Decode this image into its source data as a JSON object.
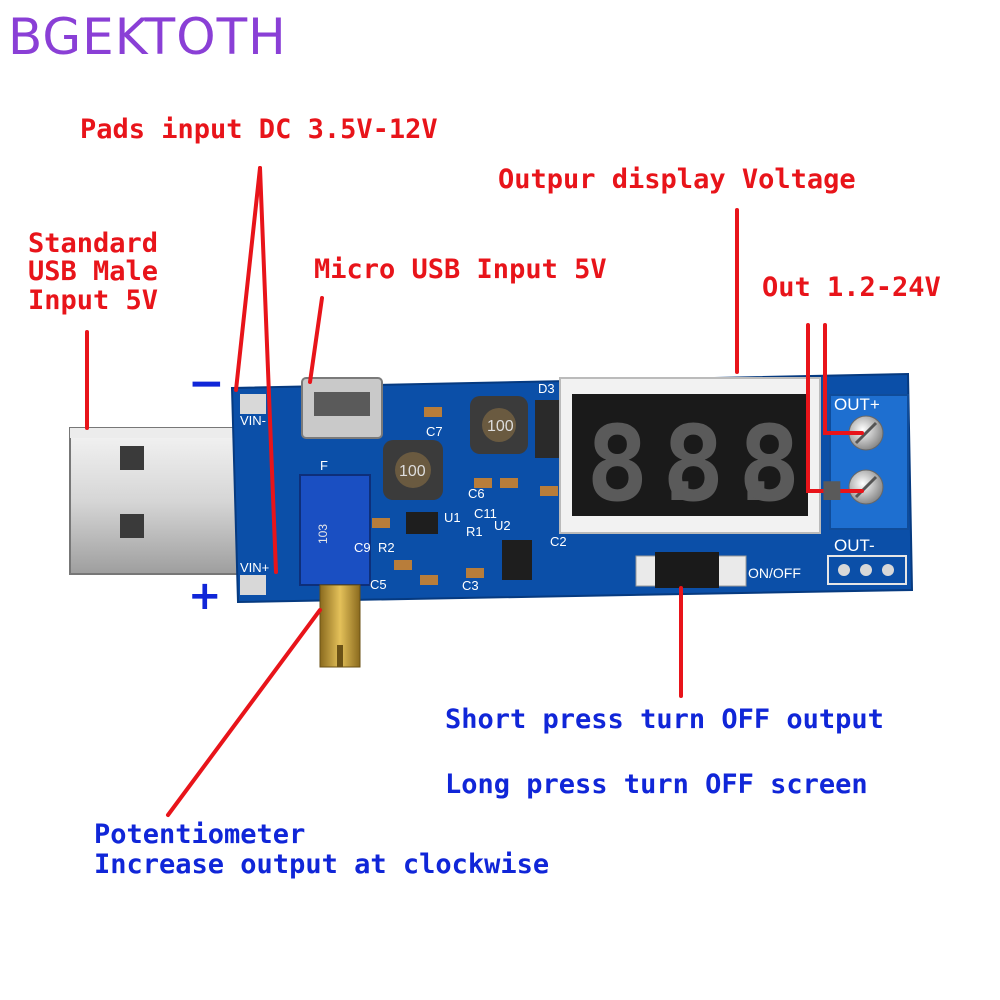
{
  "brand": "BGEKTOTH",
  "labels": {
    "pads_input": "Pads input DC 3.5V-12V",
    "output_display": "Outpur display Voltage",
    "usb_male": [
      "Standard",
      "USB Male",
      "Input 5V"
    ],
    "micro_usb": "Micro USB Input 5V",
    "out_range": "Out 1.2-24V",
    "minus": "−",
    "plus": "+",
    "short_press": "Short press turn OFF output",
    "long_press": "Long press turn OFF screen",
    "potentiometer": "Potentiometer",
    "potentiometer_note": "Increase output at clockwise"
  },
  "board": {
    "silkscreen": {
      "vin_minus": "VIN-",
      "vin_plus": "VIN+",
      "out_plus": "OUT+",
      "out_minus": "OUT-",
      "on_off": "ON/OFF",
      "inductor_1": "100",
      "inductor_2": "100",
      "c7": "C7",
      "c6": "C6",
      "c5": "C5",
      "c3": "C3",
      "c9": "C9",
      "c11": "C11",
      "c2": "C2",
      "r1": "R1",
      "r2": "R2",
      "u1": "U1",
      "u2": "U2",
      "d3": "D3",
      "f": "F",
      "pot_code": "103"
    },
    "display_digits": [
      "8.",
      "8.",
      "8."
    ]
  },
  "colors": {
    "annotation_red": "#e8141a",
    "annotation_blue": "#1026d8",
    "brand_purple": "#8a3fd6",
    "pcb_blue": "#0b4fa8",
    "terminal_blue": "#1e6fd0",
    "potentiometer_blue": "#1a4fc2",
    "brass": "#c9a13a"
  }
}
